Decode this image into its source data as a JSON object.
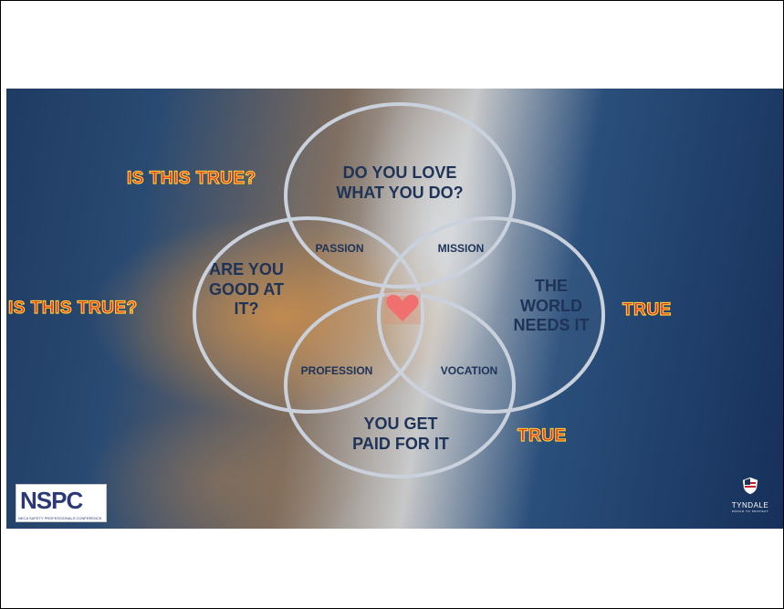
{
  "venn": {
    "top": "DO YOU LOVE WHAT YOU DO?",
    "left": "ARE YOU GOOD AT IT?",
    "right": "THE WORLD NEEDS IT",
    "bottom": "YOU GET PAID FOR IT",
    "passion": "PASSION",
    "mission": "MISSION",
    "profession": "PROFESSION",
    "vocation": "VOCATION"
  },
  "tags": {
    "top": "IS THIS TRUE?",
    "left": "IS THIS TRUE?",
    "right": "TRUE",
    "bottom": "TRUE"
  },
  "logos": {
    "nspc": "NSPC",
    "nspc_sub": "NECA SAFETY PROFESSIONALS CONFERENCE",
    "tyndale": "TYNDALE",
    "tyndale_tag": "PROUD TO PROTECT"
  },
  "colors": {
    "circle_stroke": "#c9d1dc",
    "label_text": "#1e3358",
    "tag_fill": "#e0262a",
    "tag_outline": "#ffcc33",
    "heart": "#f07070"
  }
}
